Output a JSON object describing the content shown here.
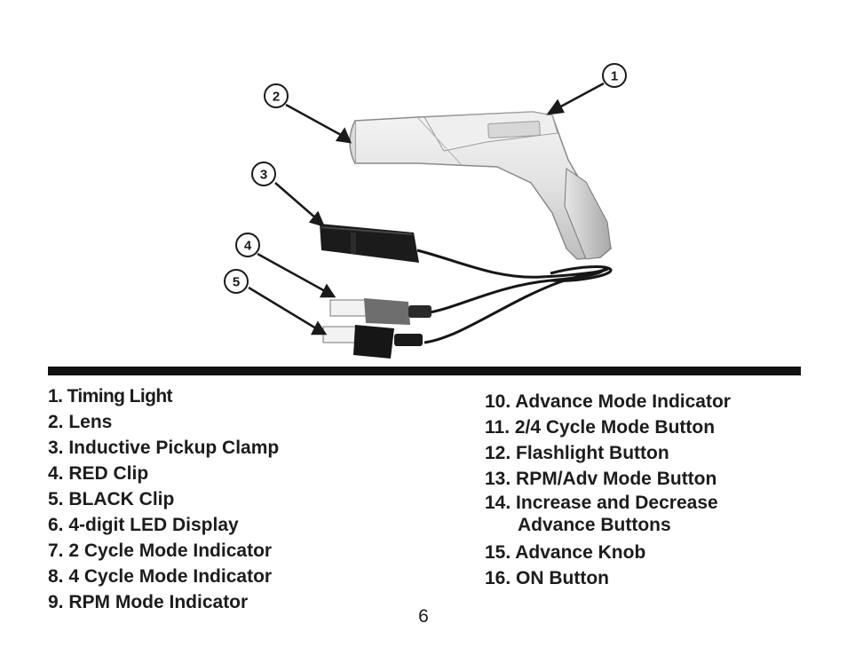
{
  "figure": {
    "callouts": [
      "1",
      "2",
      "3",
      "4",
      "5"
    ]
  },
  "legend": {
    "left": [
      "1. Timing Light",
      "2. Lens",
      "3. Inductive Pickup Clamp",
      "4. RED Clip",
      "5. BLACK Clip",
      "6. 4-digit LED Display",
      "7. 2 Cycle Mode Indicator",
      "8. 4 Cycle Mode Indicator",
      "9. RPM Mode Indicator"
    ],
    "right": [
      "10. Advance Mode Indicator",
      "11. 2/4 Cycle Mode Button",
      "12. Flashlight Button",
      "13. RPM/Adv Mode Button",
      "14. Increase and Decrease",
      "Advance Buttons",
      "15. Advance Knob",
      "16. ON Button"
    ]
  },
  "page_number": "6"
}
